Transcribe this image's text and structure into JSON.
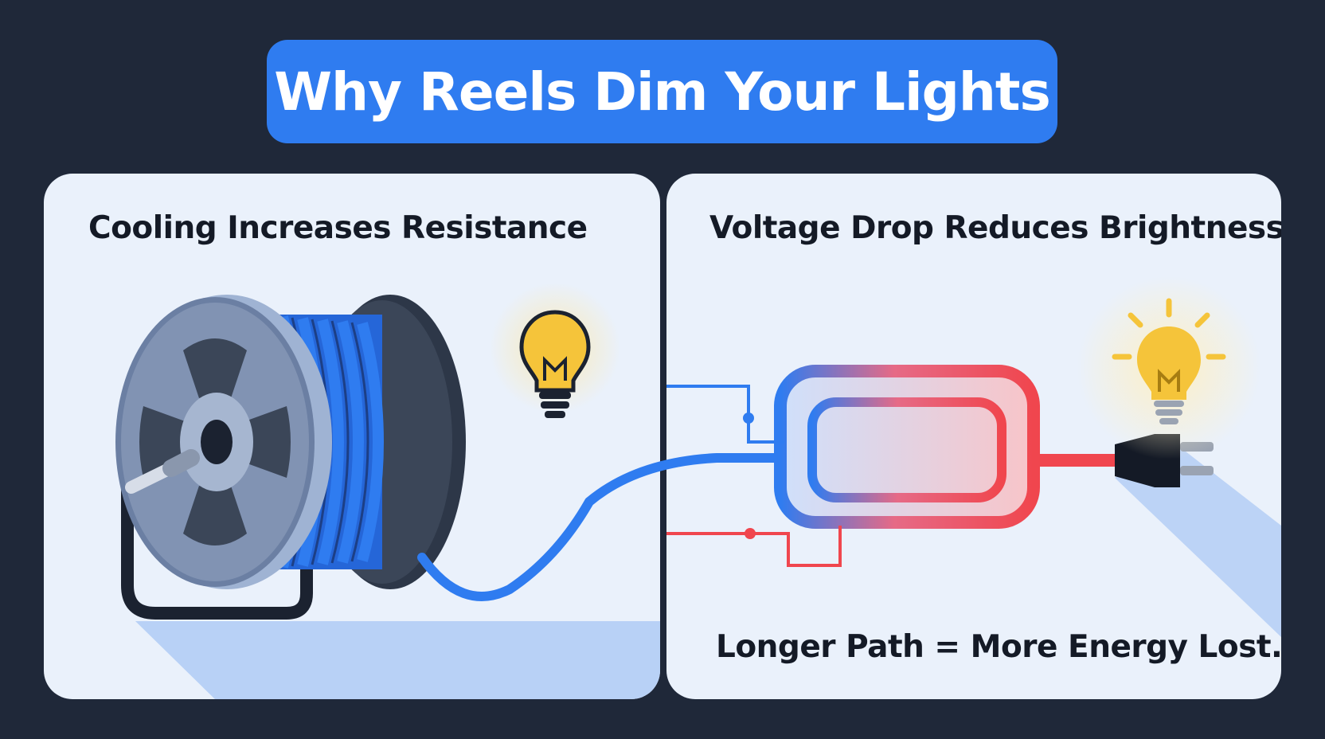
{
  "title": "Why Reels Dim Your Lights",
  "left_panel": {
    "heading": "Cooling Increases Resistance"
  },
  "right_panel": {
    "heading": "Voltage Drop Reduces Brightness",
    "caption": "Longer Path = More Energy Lost."
  },
  "colors": {
    "background": "#1f2839",
    "title_fill": "#2f7cf0",
    "panel_fill": "#eaf1fb",
    "cable_blue": "#2f7cf0",
    "hot_red": "#f0464e",
    "bulb_yellow": "#f5c43a"
  },
  "icons": [
    "cable-reel-icon",
    "dim-bulb-icon",
    "bright-bulb-icon",
    "plug-icon"
  ]
}
